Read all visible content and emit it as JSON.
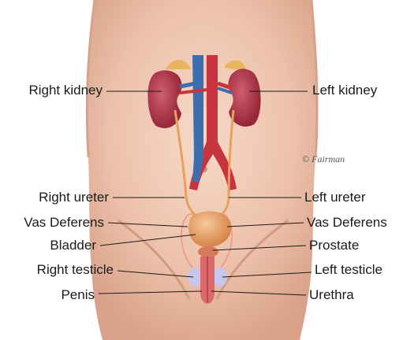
{
  "labels": {
    "right_kidney": "Right kidney",
    "left_kidney": "Left kidney",
    "right_ureter": "Right ureter",
    "left_ureter": "Left ureter",
    "vas_deferens_right": "Vas Deferens",
    "vas_deferens_left": "Vas Deferens",
    "bladder": "Bladder",
    "prostate": "Prostate",
    "right_testicle": "Right testicle",
    "left_testicle": "Left testicle",
    "penis": "Penis",
    "urethra": "Urethra"
  },
  "signature": "© Fairman",
  "colors": {
    "skin": "#e9b9a2",
    "skin_shadow": "#d59c86",
    "kidney": "#b0324a",
    "artery": "#c8343e",
    "vein": "#3d6fb0",
    "ureter": "#e5a25a",
    "bladder": "#e49a5a",
    "leader_line": "#1a1a1a"
  }
}
